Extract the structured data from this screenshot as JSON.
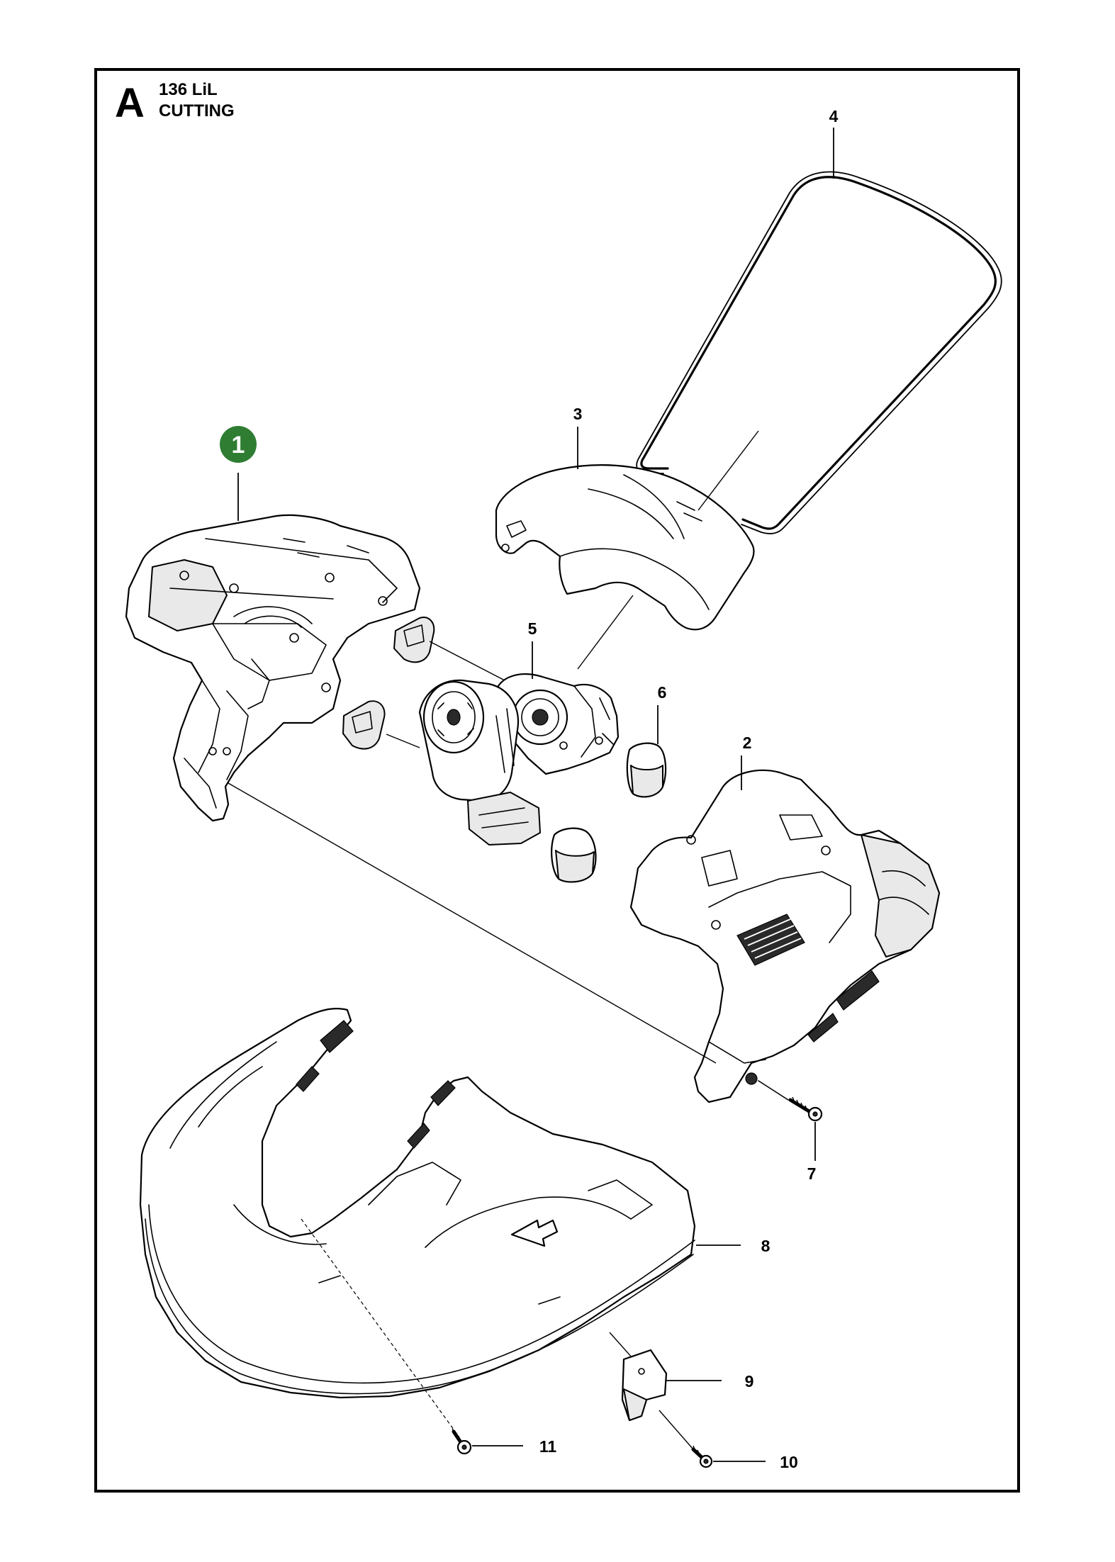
{
  "header": {
    "section_letter": "A",
    "model": "136 LiL",
    "group": "CUTTING"
  },
  "highlight": {
    "label": "1",
    "color": "#2e7d32"
  },
  "callouts": {
    "c2": "2",
    "c3": "3",
    "c4": "4",
    "c5": "5",
    "c6": "6",
    "c7": "7",
    "c8": "8",
    "c9": "9",
    "c10": "10",
    "c11": "11"
  }
}
